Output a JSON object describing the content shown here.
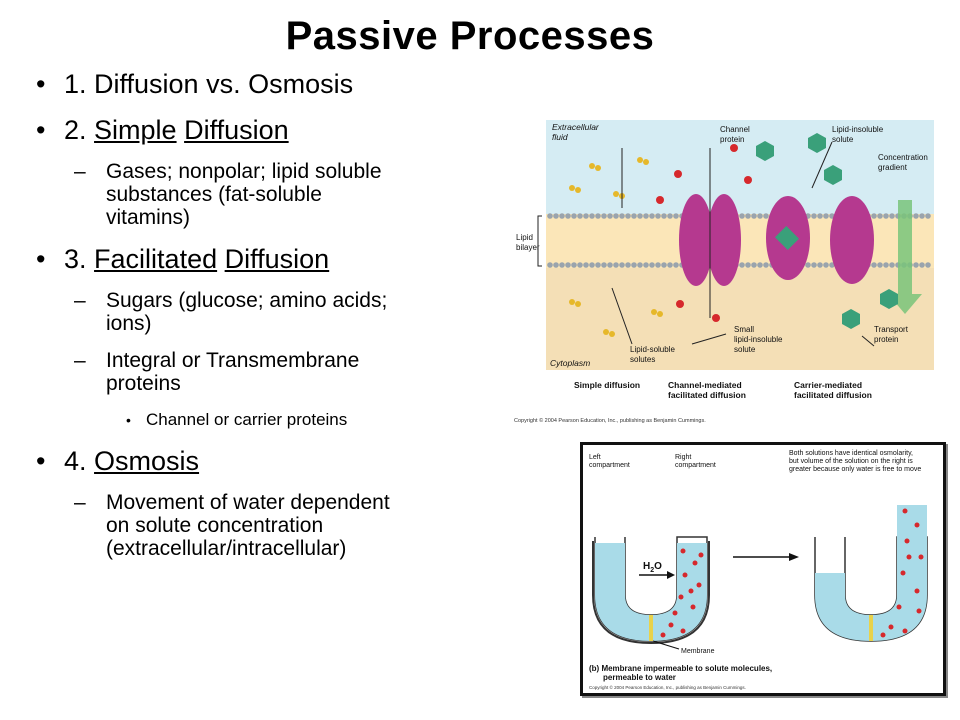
{
  "slide": {
    "title": "Passive Processes",
    "bullets": {
      "b1": "1. Diffusion vs. Osmosis",
      "b2_prefix": "2.",
      "b2_word1": "Simple",
      "b2_word2": "Diffusion",
      "b2_sub1_line1": "Gases; nonpolar; lipid soluble",
      "b2_sub1_line2": "substances (fat-soluble",
      "b2_sub1_line3": "vitamins)",
      "b3_prefix": "3.",
      "b3_word1": "Facilitated",
      "b3_word2": "Diffusion",
      "b3_sub1_line1": "Sugars (glucose; amino acids;",
      "b3_sub1_line2": "ions)",
      "b3_sub2_line1": "Integral or Transmembrane",
      "b3_sub2_line2": "proteins",
      "b3_sub2_sub1": "Channel or carrier proteins",
      "b4_prefix": "4.",
      "b4_word1": "Osmosis",
      "b4_sub1_line1": "Movement of water dependent",
      "b4_sub1_line2": "on solute concentration",
      "b4_sub1_line3": "(extracellular/intracellular)"
    },
    "symbols": {
      "bullet": "•",
      "dash": "–"
    }
  },
  "membrane_figure": {
    "extracellular_1": "Extracellular",
    "extracellular_2": "fluid",
    "channel_1": "Channel",
    "channel_2": "protein",
    "lipid_insol_1": "Lipid-insoluble",
    "lipid_insol_2": "solute",
    "conc_1": "Concentration",
    "conc_2": "gradient",
    "lipid_1": "Lipid",
    "lipid_2": "bilayer",
    "lipid_sol_1": "Lipid-soluble",
    "lipid_sol_2": "solutes",
    "small_1": "Small",
    "small_2": "lipid-insoluble",
    "small_3": "solute",
    "transport_1": "Transport",
    "transport_2": "protein",
    "cytoplasm": "Cytoplasm",
    "cap_simple": "Simple diffusion",
    "cap_channel_1": "Channel-mediated",
    "cap_channel_2": "facilitated diffusion",
    "cap_carrier_1": "Carrier-mediated",
    "cap_carrier_2": "facilitated diffusion",
    "copyright": "Copyright © 2004 Pearson Education, Inc., publishing as Benjamin Cummings.",
    "colors": {
      "extracellular": "#d5ecf3",
      "cytoplasm": "#f4dfb6",
      "protein": "#b5398f",
      "solute_green": "#3aa07a",
      "solute_yellow": "#e6b82a",
      "solute_red": "#d6282c",
      "gradient": "#79c47a"
    }
  },
  "osmosis_figure": {
    "left_1": "Left",
    "left_2": "compartment",
    "right_1": "Right",
    "right_2": "compartment",
    "note_1": "Both solutions have identical osmolarity,",
    "note_2": "but volume of the solution on the right is",
    "note_3": "greater because only water is free to move",
    "h2o_h": "H",
    "h2o_2": "2",
    "h2o_o": "O",
    "membrane": "Membrane",
    "caption_1": "(b)  Membrane impermeable to solute molecules,",
    "caption_2": "permeable to water",
    "copyright": "Copyright © 2004 Pearson Education, Inc., publishing as Benjamin Cummings.",
    "colors": {
      "water": "#a9dbe8",
      "solute": "#d6282c",
      "membrane": "#e9d24a"
    }
  }
}
